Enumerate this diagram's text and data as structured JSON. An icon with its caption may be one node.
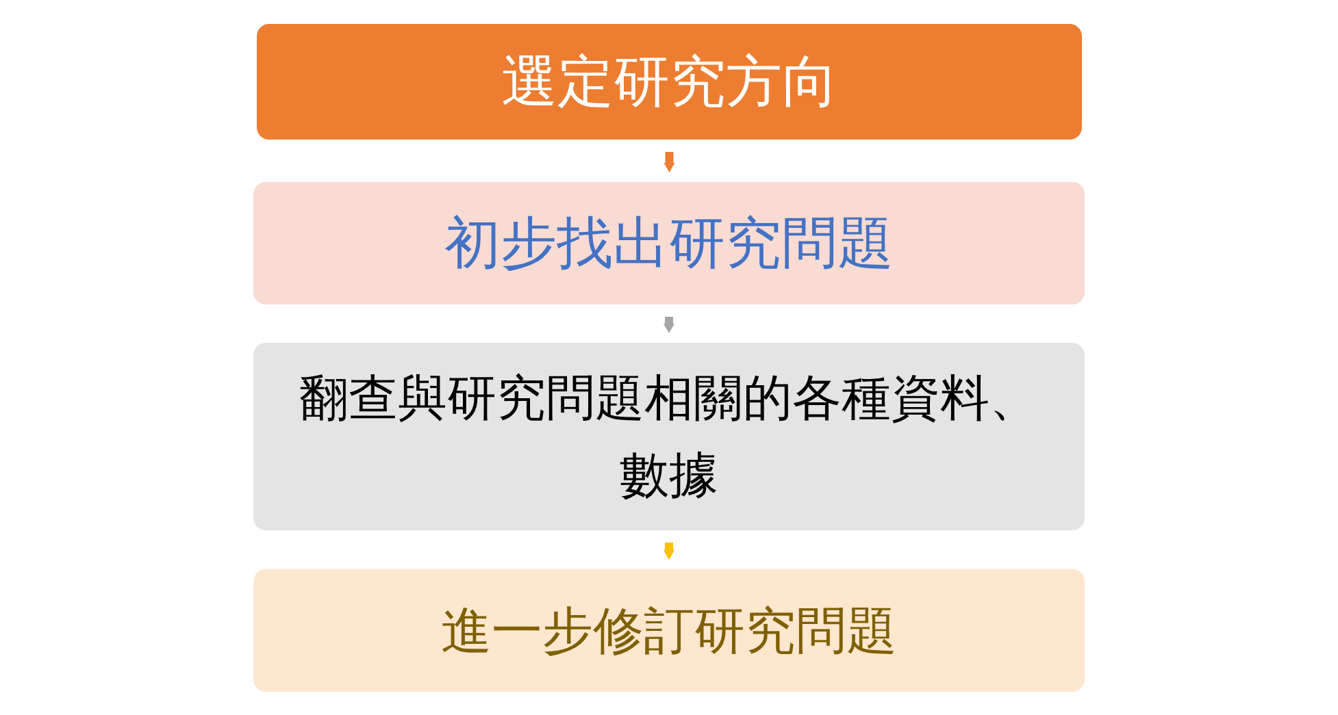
{
  "diagram": {
    "nodes": [
      {
        "text": [
          "選定研究方向"
        ]
      },
      {
        "text": [
          "初步找出研究問題"
        ]
      },
      {
        "text": [
          "翻查與研究問題相關的各種資料、數據"
        ]
      },
      {
        "text": [
          "進一步修訂研究問題"
        ]
      }
    ],
    "edges": [
      {
        "from": 0,
        "to": 1,
        "arrow": "to",
        "color": "#ed7d31"
      },
      {
        "from": 1,
        "to": 2,
        "arrow": "to",
        "color": "#a5a5a5"
      },
      {
        "from": 2,
        "to": 3,
        "arrow": "to",
        "color": "#ffc000"
      }
    ]
  }
}
